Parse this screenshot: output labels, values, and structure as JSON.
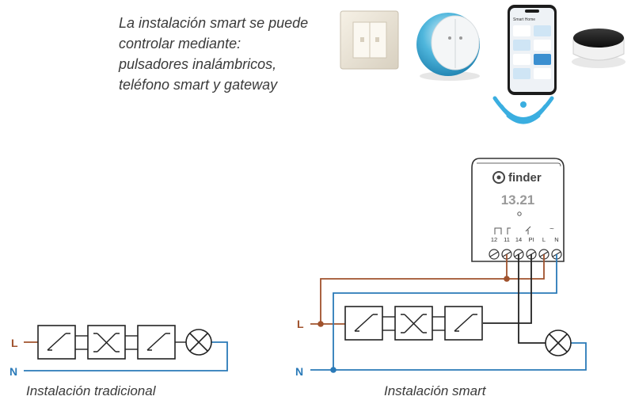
{
  "intro_lines": [
    "La instalación smart se puede",
    "controlar mediante:",
    "pulsadores inalámbricos,",
    "teléfono smart y gateway"
  ],
  "captions": {
    "traditional": "Instalación tradicional",
    "smart": "Instalación smart"
  },
  "wire_labels": {
    "line": "L",
    "neutral": "N"
  },
  "device": {
    "brand": "finder",
    "model": "13.21",
    "terminals": [
      "12",
      "11",
      "14",
      "PI",
      "L",
      "N"
    ],
    "ac_symbol": "~"
  },
  "phone": {
    "header": "Smart Home"
  },
  "colors": {
    "line_wire": "#a0522d",
    "neutral_wire": "#2a7ab8",
    "switch_wire": "#222222",
    "wifi": "#3aaee0",
    "label_line": "#a0522d",
    "label_neutral": "#2a7ab8"
  },
  "icons": [
    "wall-switch-icon",
    "wireless-button-icon",
    "smartphone-icon",
    "gateway-icon",
    "wifi-icon",
    "lamp-icon"
  ]
}
